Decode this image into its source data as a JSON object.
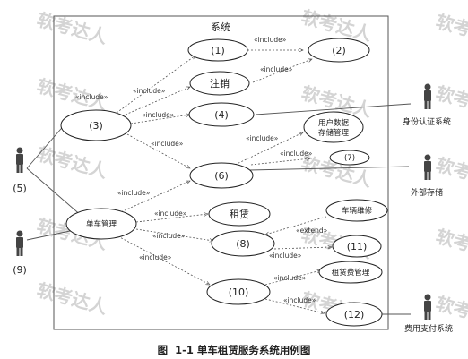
{
  "system": {
    "label": "系统"
  },
  "use_cases": {
    "uc1": "(1)",
    "uc2": "(2)",
    "uc3": "(3)",
    "uc4": "(4)",
    "uc6": "(6)",
    "uc7": "(7)",
    "uc8": "(8)",
    "uc10": "(10)",
    "uc11": "(11)",
    "uc12": "(12)",
    "logout": "注销",
    "user_data_line1": "用户数据",
    "user_data_line2": "存储管理",
    "bike_mgmt": "单车管理",
    "rent": "租赁",
    "bike_repair": "车辆维修",
    "rent_fee_mgmt": "租赁费管理"
  },
  "actors": {
    "a5": "(5)",
    "a9": "(9)",
    "identity": "身份认证系统",
    "external_storage": "外部存储",
    "payment": "费用支付系统"
  },
  "relations": {
    "include": "«include»",
    "extend": "«extend»"
  },
  "watermark": "软考达人",
  "caption": "图  1-1 单车租赁服务系统用例图"
}
